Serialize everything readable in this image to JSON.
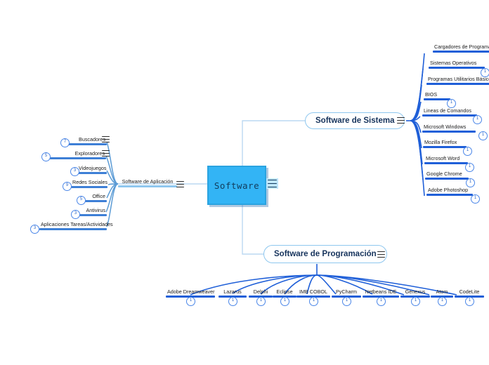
{
  "root": {
    "label": "Software",
    "menu_icon": "hamburger-icon",
    "color": "#33b4f5"
  },
  "branches": {
    "sistema": {
      "label": "Software de Sistema",
      "menu_icon": "hamburger-icon",
      "children": [
        {
          "label": "Cargadores de Programas (",
          "badge": ""
        },
        {
          "label": "Sistemas Operativos",
          "badge": "1"
        },
        {
          "label": "Programas Utilitarios Básico",
          "badge": ""
        },
        {
          "label": "BIOS",
          "badge": "1"
        },
        {
          "label": "Lineas de Comandos",
          "badge": "1"
        },
        {
          "label": "Microsoft Windows",
          "badge": "1"
        },
        {
          "label": "Mozilla Firefox",
          "badge": "1"
        },
        {
          "label": "Microsoft Word",
          "badge": "1"
        },
        {
          "label": "Google Chrome",
          "badge": "1"
        },
        {
          "label": "Adobe Photoshop",
          "badge": "1"
        }
      ]
    },
    "aplicacion": {
      "label": "Software de Aplicación",
      "menu_icon": "hamburger-icon",
      "children": [
        {
          "label": "Buscadores",
          "badge": "7",
          "menu_icon": "hamburger-icon"
        },
        {
          "label": "Exploradores",
          "badge": "5",
          "menu_icon": "hamburger-icon"
        },
        {
          "label": "Videojuegos",
          "badge": "3"
        },
        {
          "label": "Redes Sociales",
          "badge": "9"
        },
        {
          "label": "Office",
          "badge": "5"
        },
        {
          "label": "Antivirus",
          "badge": "3"
        },
        {
          "label": "Aplicaciones Tareas/Actividades",
          "badge": "3"
        }
      ]
    },
    "programacion": {
      "label": "Software de Programación",
      "menu_icon": "hamburger-icon",
      "children": [
        {
          "label": "Adobe Dreamweaver",
          "badge": "1"
        },
        {
          "label": "Lazarus",
          "badge": "1"
        },
        {
          "label": "Delphi",
          "badge": "1"
        },
        {
          "label": "Eclipse",
          "badge": "1"
        },
        {
          "label": "IMB COBOL",
          "badge": "1"
        },
        {
          "label": "PyCharm",
          "badge": "1"
        },
        {
          "label": "Netbeans IDE",
          "badge": "1"
        },
        {
          "label": "Genexus",
          "badge": "1"
        },
        {
          "label": "Atom",
          "badge": "1"
        },
        {
          "label": "CodeLite",
          "badge": "1"
        }
      ]
    }
  }
}
